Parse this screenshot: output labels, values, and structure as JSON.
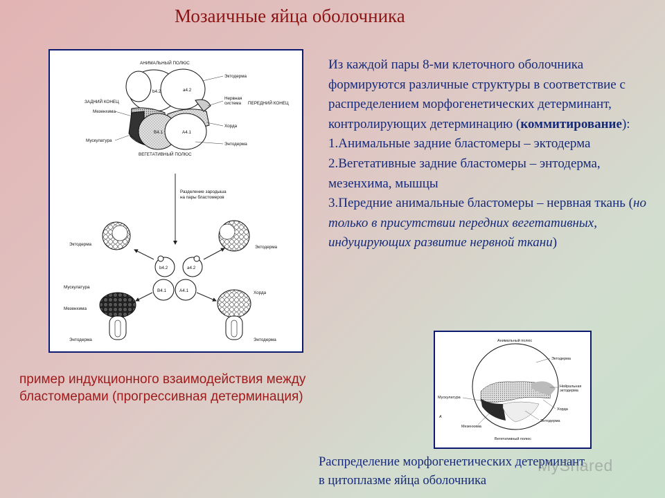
{
  "title": "Мозаичные яйца оболочника",
  "main_text": {
    "line1": "Из каждой пары 8-ми клеточного оболочника формируются различные структуры в соответствие с распределением морфогенетических детерминант, контролирующих детерминацию",
    "paren_open": "(",
    "bold_term": "коммитирование",
    "paren_close": "):",
    "item1": "1.Анимальные задние бластомеры – эктодерма",
    "item2": "2.Вегетативные задние бластомеры – энтодерма, мезенхима, мышцы",
    "item3": "3.Передние анимальные бластомеры – нервная ткань (",
    "item3_italic": "но только в присутствии передних вегетативных, индуцирующих развитие нервной ткани",
    "item3_close": ")"
  },
  "left_caption": "пример индукционного взаимодействия между бластомерами (прогрессивная детерминация)",
  "bottom_caption": {
    "line1": "Распределение морфогенетических детерминант",
    "line2": "в цитоплазме яйца оболочника"
  },
  "watermark": "MyShared",
  "diagram": {
    "top_labels": {
      "animal_pole": "АНИМАЛЬНЫЙ ПОЛЮС",
      "ectoderm": "Эктодерма",
      "posterior_end": "ЗАДНИЙ КОНЕЦ",
      "nervous_system_1": "Нервная",
      "nervous_system_2": "система",
      "anterior_end": "ПЕРЕДНИЙ КОНЕЦ",
      "mesenchyme": "Мезенхима",
      "chorda": "Хорда",
      "musculature": "Мускулатура",
      "endoderm": "Энтодерма",
      "vegetal_pole": "ВЕГЕТАТИВНЫЙ ПОЛЮС"
    },
    "cells": {
      "b42": "b4.2",
      "a42": "a4.2",
      "B41": "B4.1",
      "A41": "A4.1"
    },
    "arrow_label_1": "Разделение зародыша",
    "arrow_label_2": "на пары бластомеров",
    "side_labels": {
      "ectoderm_left": "Эктодерма",
      "ectoderm_right": "Эктодерма",
      "musculature": "Мускулатура",
      "mesenchyme": "Мезенхима",
      "chorda": "Хорда",
      "endoderm_left": "Энтодерма",
      "endoderm_right": "Энтодерма"
    }
  },
  "egg_diagram": {
    "animal_pole": "Анимальный полюс",
    "ectoderm": "Эктодерма",
    "neural_ectoderm_1": "Нейральная",
    "neural_ectoderm_2": "эктодерма",
    "musculature": "Мускулатура",
    "chorda": "Хорда",
    "mesenchyme": "Мезенхима",
    "endoderm": "Энтодерма",
    "vegetal_pole": "Вегетативный полюс",
    "panel_letter": "А"
  }
}
